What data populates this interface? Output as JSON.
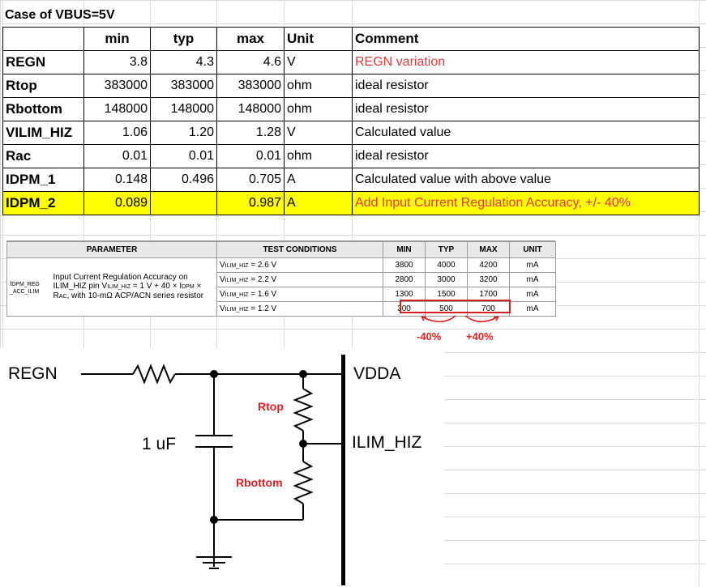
{
  "sheet": {
    "title": "Case of VBUS=5V",
    "headers": [
      "",
      "min",
      "typ",
      "max",
      "Unit",
      "Comment"
    ],
    "rows": [
      {
        "name": "REGN",
        "min": "3.8",
        "typ": "4.3",
        "max": "4.6",
        "unit": "V",
        "comment": "REGN variation",
        "comment_red": true,
        "highlight": false
      },
      {
        "name": "Rtop",
        "min": "383000",
        "typ": "383000",
        "max": "383000",
        "unit": "ohm",
        "comment": "ideal resistor",
        "comment_red": false,
        "highlight": false
      },
      {
        "name": "Rbottom",
        "min": "148000",
        "typ": "148000",
        "max": "148000",
        "unit": "ohm",
        "comment": "ideal resistor",
        "comment_red": false,
        "highlight": false
      },
      {
        "name": "VILIM_HIZ",
        "min": "1.06",
        "typ": "1.20",
        "max": "1.28",
        "unit": "V",
        "comment": "Calculated value",
        "comment_red": false,
        "highlight": false
      },
      {
        "name": "Rac",
        "min": "0.01",
        "typ": "0.01",
        "max": "0.01",
        "unit": "ohm",
        "comment": "ideal resistor",
        "comment_red": false,
        "highlight": false
      },
      {
        "name": "IDPM_1",
        "min": "0.148",
        "typ": "0.496",
        "max": "0.705",
        "unit": "A",
        "comment": "Calculated value with above value",
        "comment_red": false,
        "highlight": false
      },
      {
        "name": "IDPM_2",
        "min": "0.089",
        "typ": "",
        "max": "0.987",
        "unit": "A",
        "comment": "Add Input Current Regulation Accuracy, +/- 40%",
        "comment_red": true,
        "highlight": true
      }
    ]
  },
  "datasheet": {
    "headers": {
      "parameter": "PARAMETER",
      "conditions": "TEST CONDITIONS",
      "min": "MIN",
      "typ": "TYP",
      "max": "MAX",
      "unit": "UNIT"
    },
    "symbol_line1": "I",
    "symbol_sub1": "DPM_REG",
    "symbol_sub2": "_ACC_ILIM",
    "description": "Input Current Regulation Accuracy on ILIM_HIZ pin V",
    "description_sub": "ILIM_HIZ",
    "description_rest": " = 1 V + 40 × I",
    "description_sub2": "DPM",
    "description_rest2": " × R",
    "description_sub3": "AC",
    "description_rest3": ", with 10-mΩ ACP/ACN series resistor",
    "rows": [
      {
        "cond_prefix": "V",
        "cond_sub": "ILIM_HIZ",
        "cond_value": " = 2.6 V",
        "min": "3800",
        "typ": "4000",
        "max": "4200",
        "unit": "mA"
      },
      {
        "cond_prefix": "V",
        "cond_sub": "ILIM_HIZ",
        "cond_value": " = 2.2 V",
        "min": "2800",
        "typ": "3000",
        "max": "3200",
        "unit": "mA"
      },
      {
        "cond_prefix": "V",
        "cond_sub": "ILIM_HIZ",
        "cond_value": " = 1.6 V",
        "min": "1300",
        "typ": "1500",
        "max": "1700",
        "unit": "mA"
      },
      {
        "cond_prefix": "V",
        "cond_sub": "ILIM_HIZ",
        "cond_value": " = 1.2 V",
        "min": "300",
        "typ": "500",
        "max": "700",
        "unit": "mA"
      }
    ],
    "minus_label": "-40%",
    "plus_label": "+40%"
  },
  "schematic": {
    "regn": "REGN",
    "vdda": "VDDA",
    "ilim": "ILIM_HIZ",
    "cap": "1 uF",
    "rtop": "Rtop",
    "rbottom": "Rbottom"
  },
  "colors": {
    "highlight": "#ffff00",
    "red_text": "#e03a3a",
    "box_red": "#d61f1f"
  }
}
